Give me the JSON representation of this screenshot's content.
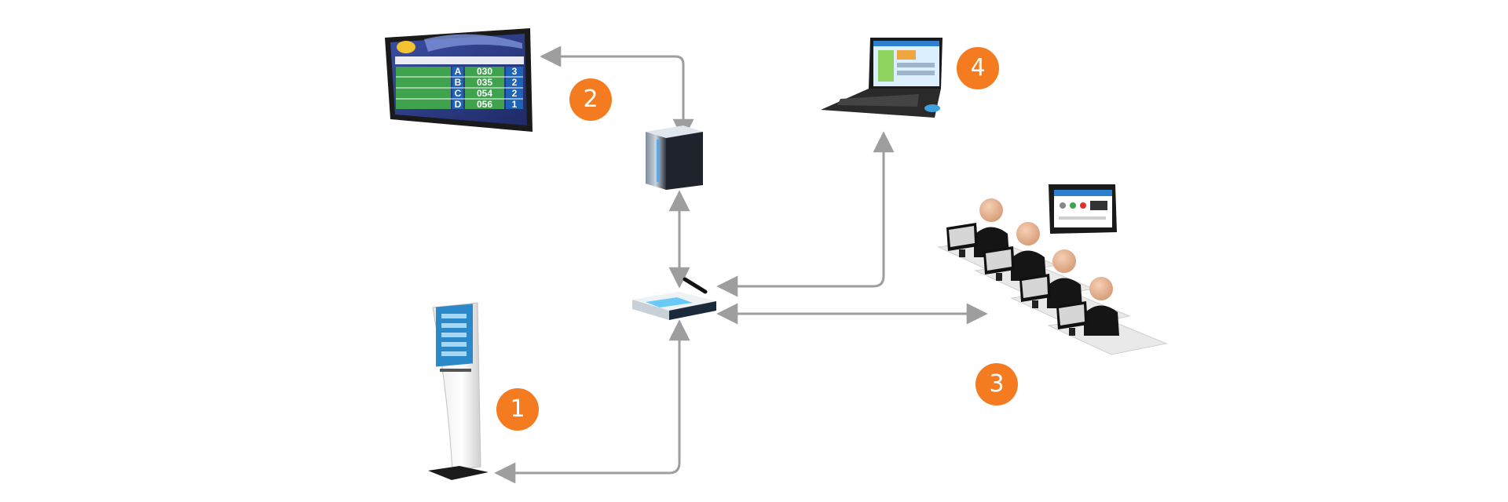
{
  "colors": {
    "badge": "#F47B20",
    "connector": "#9E9E9E",
    "screen_bg": "#2E3E8C",
    "board_green": "#3FA34D",
    "board_blue": "#1E63B5",
    "kiosk_screen": "#2C89C9",
    "router_light": "#4FC3F7",
    "server_light": "#5AA9E6"
  },
  "badges": [
    {
      "id": "kiosk",
      "label": "1"
    },
    {
      "id": "display",
      "label": "2"
    },
    {
      "id": "operators",
      "label": "3"
    },
    {
      "id": "laptop",
      "label": "4"
    }
  ],
  "icons": {
    "kiosk": "ticket-kiosk-icon",
    "display": "queue-display-tv-icon",
    "server": "server-tower-icon",
    "router": "wifi-router-icon",
    "laptop": "laptop-icon",
    "operators": "operator-workstations-icon",
    "tablet": "tablet-icon"
  },
  "display_board": {
    "rows": [
      {
        "letter": "A",
        "ticket": "030",
        "window": "3"
      },
      {
        "letter": "B",
        "ticket": "035",
        "window": "2"
      },
      {
        "letter": "C",
        "ticket": "054",
        "window": "2"
      },
      {
        "letter": "D",
        "ticket": "056",
        "window": "1"
      }
    ]
  }
}
